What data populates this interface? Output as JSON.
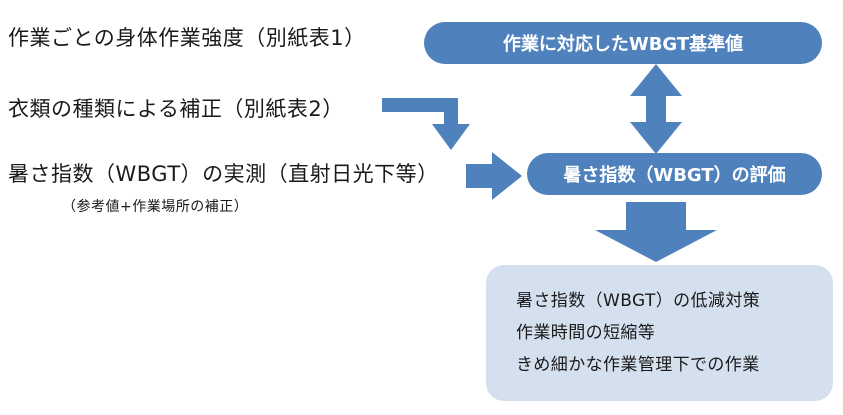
{
  "colors": {
    "box_blue": "#4F81BD",
    "arrow_blue": "#4F81BD",
    "result_bg": "#D5E0EF",
    "text": "#1a1a1a"
  },
  "inputs": {
    "work_intensity": "作業ごとの身体作業強度（別紙表1）",
    "clothing_correction": "衣類の種類による補正（別紙表2）",
    "wbgt_measurement": "暑さ指数（WBGT）の実測（直射日光下等）",
    "measurement_note": "（参考値+作業場所の補正）"
  },
  "boxes": {
    "reference": "作業に対応したWBGT基準値",
    "evaluation": "暑さ指数（WBGT）の評価"
  },
  "result": {
    "lines": [
      "暑さ指数（WBGT）の低減対策",
      "作業時間の短縮等",
      "きめ細かな作業管理下での作業"
    ]
  }
}
